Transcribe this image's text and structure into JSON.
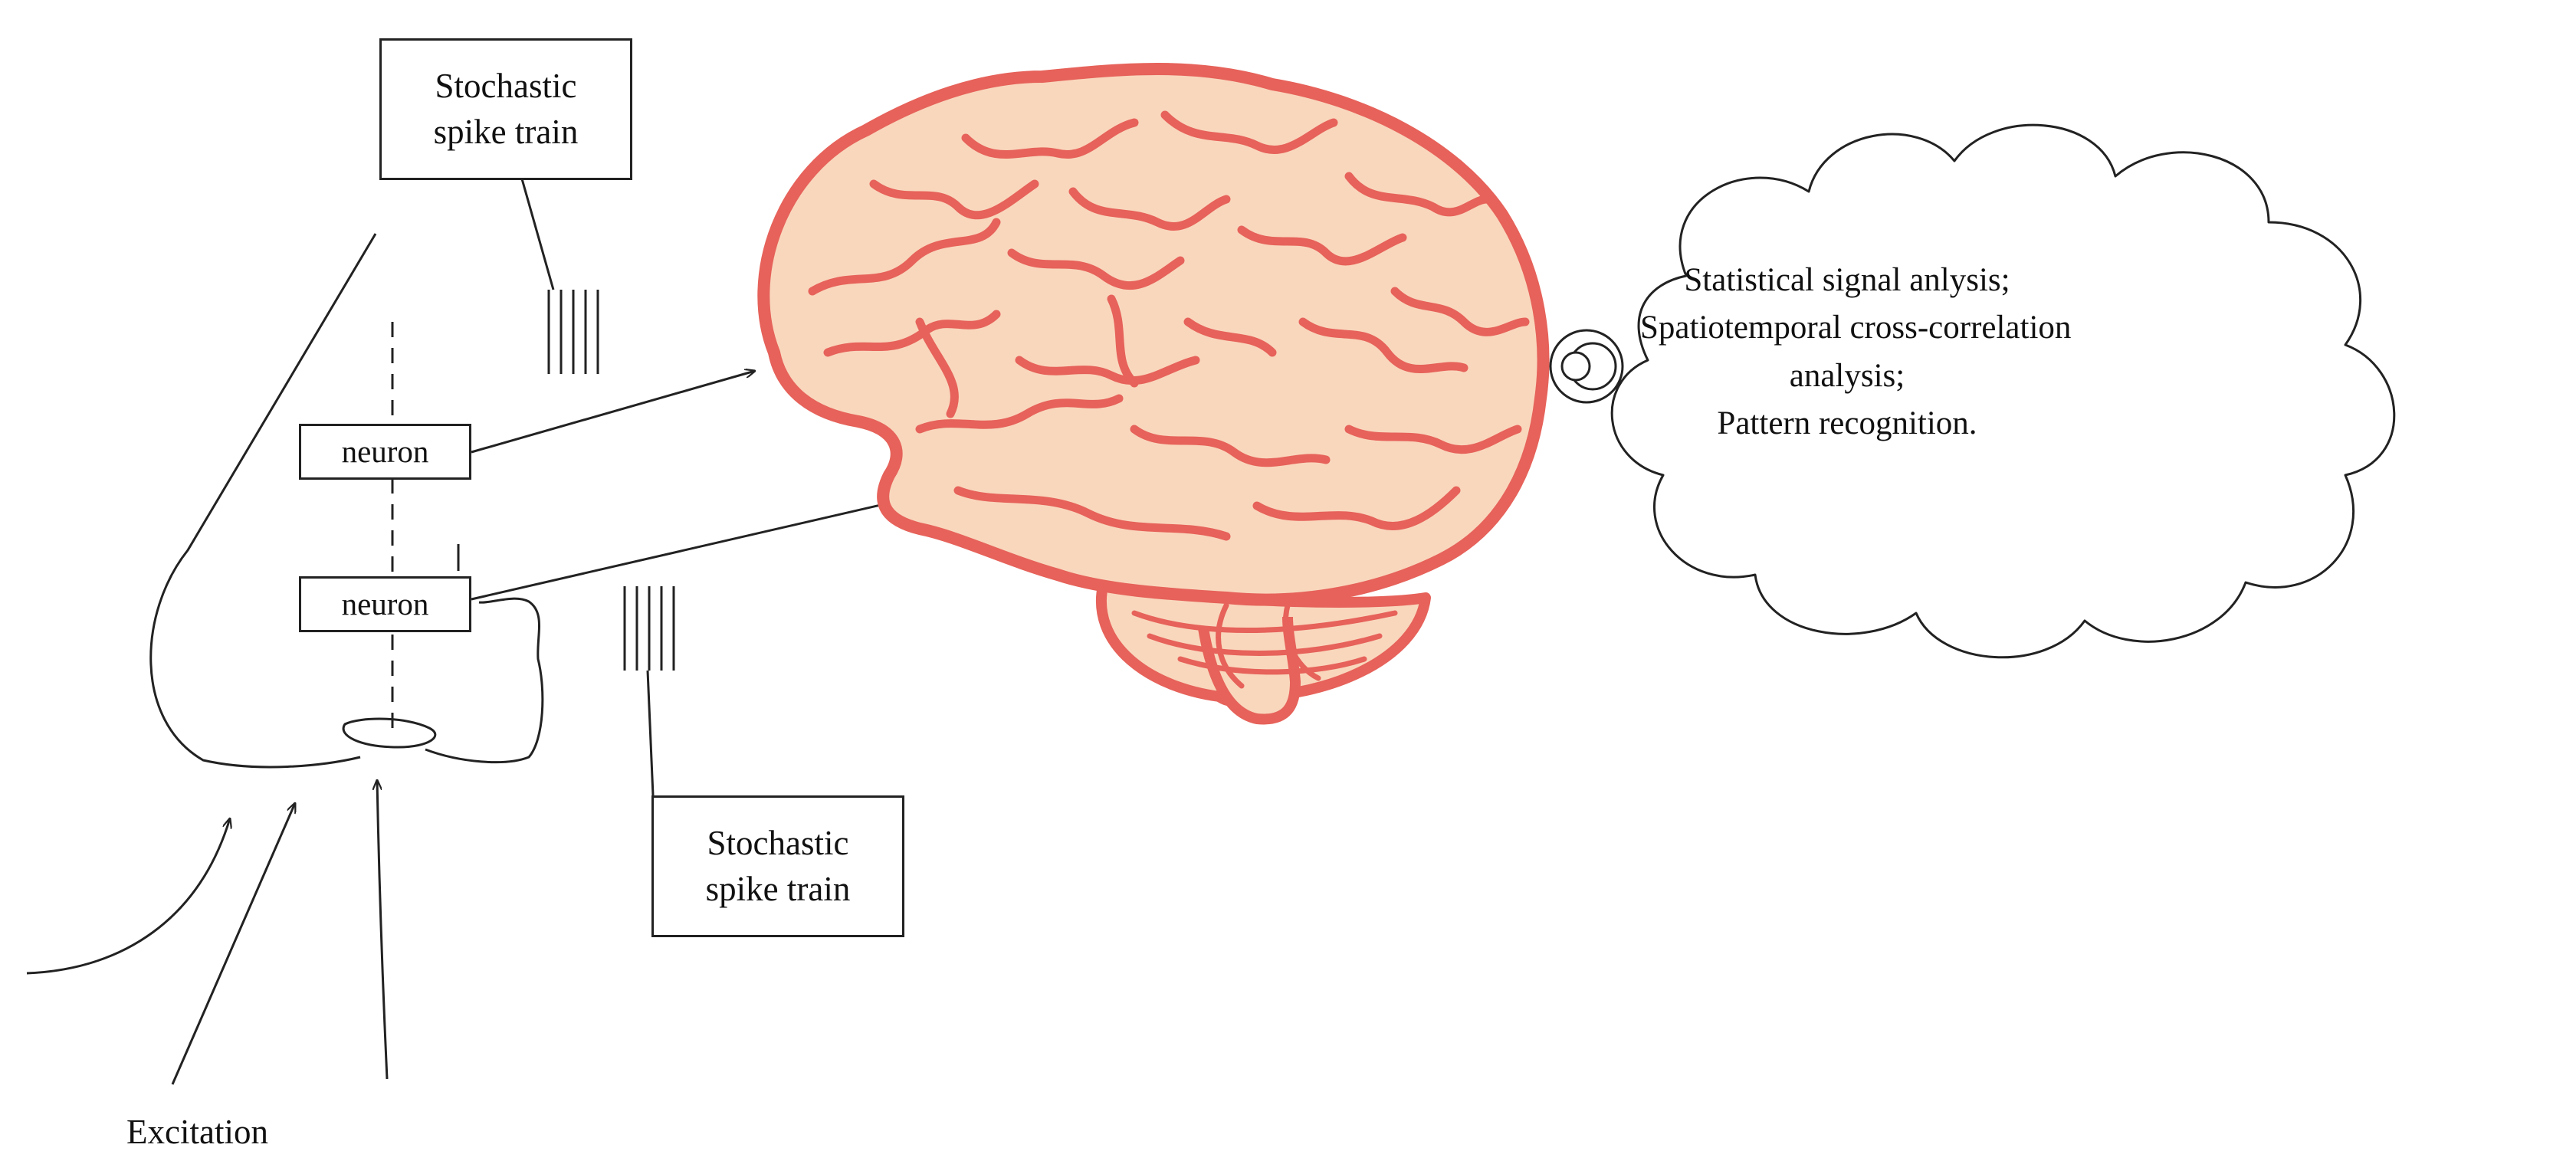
{
  "labels": {
    "spike_train_top_line1": "Stochastic",
    "spike_train_top_line2": "spike train",
    "neuron_upper": "neuron",
    "neuron_lower": "neuron",
    "spike_train_bottom_line1": "Stochastic",
    "spike_train_bottom_line2": "spike train",
    "excitation": "Excitation",
    "thought_line1": "Statistical signal anlysis;",
    "thought_line2": "Spatiotemporal cross-correlation",
    "thought_line3": "analysis;",
    "thought_line4": "Pattern recognition."
  },
  "icons": {
    "brain": "brain-icon",
    "nose": "nose-outline-icon",
    "thought": "thought-cloud-icon"
  },
  "colors": {
    "brain_fill": "#f9d7bd",
    "brain_outline": "#e6625a",
    "line": "#222222"
  }
}
